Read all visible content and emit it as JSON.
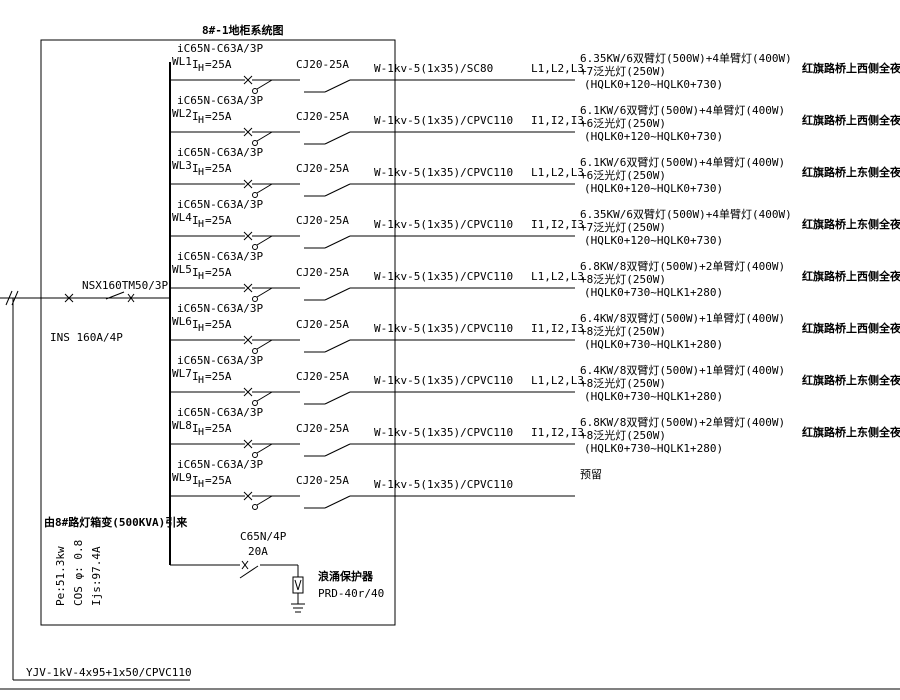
{
  "title": "8#-1地柜系统图",
  "incoming": {
    "main_breaker": "NSX160TM50/3P",
    "isolator": "INS 160A/4P",
    "source": "由8#路灯箱变(500KVA)引来",
    "cable": "YJV-1kV-4x95+1x50/CPVC110",
    "pe": "Pe:51.3kw",
    "cos": "COS φ: 0.8",
    "ijs": "Ijs:97.4A"
  },
  "circuits": [
    {
      "id": "WL1",
      "breaker": "iC65N-C63A/3P",
      "current": "I",
      "current_sub": "H",
      "current_val": "=25A",
      "contactor": "CJ20-25A",
      "cable": "W-1kv-5(1x35)/SC80",
      "phases": "L1,L2,L3",
      "load_lines": [
        "6.35KW/6双臂灯(500W)+4单臂灯(400W)",
        "+7泛光灯(250W)",
        "(HQLK0+120~HQLK0+730)"
      ],
      "location": "红旗路桥上西侧全夜式"
    },
    {
      "id": "WL2",
      "breaker": "iC65N-C63A/3P",
      "current": "I",
      "current_sub": "H",
      "current_val": "=25A",
      "contactor": "CJ20-25A",
      "cable": "W-1kv-5(1x35)/CPVC110",
      "phases": "I1,I2,I3",
      "load_lines": [
        "6.1KW/6双臂灯(500W)+4单臂灯(400W)",
        "+6泛光灯(250W)",
        "(HQLK0+120~HQLK0+730)"
      ],
      "location": "红旗路桥上西侧全夜式"
    },
    {
      "id": "WL3",
      "breaker": "iC65N-C63A/3P",
      "current": "I",
      "current_sub": "H",
      "current_val": "=25A",
      "contactor": "CJ20-25A",
      "cable": "W-1kv-5(1x35)/CPVC110",
      "phases": "L1,L2,L3",
      "load_lines": [
        "6.1KW/6双臂灯(500W)+4单臂灯(400W)",
        "+6泛光灯(250W)",
        "(HQLK0+120~HQLK0+730)"
      ],
      "location": "红旗路桥上东侧全夜式"
    },
    {
      "id": "WL4",
      "breaker": "iC65N-C63A/3P",
      "current": "I",
      "current_sub": "H",
      "current_val": "=25A",
      "contactor": "CJ20-25A",
      "cable": "W-1kv-5(1x35)/CPVC110",
      "phases": "I1,I2,I3",
      "load_lines": [
        "6.35KW/6双臂灯(500W)+4单臂灯(400W)",
        "+7泛光灯(250W)",
        "(HQLK0+120~HQLK0+730)"
      ],
      "location": "红旗路桥上东侧全夜式"
    },
    {
      "id": "WL5",
      "breaker": "iC65N-C63A/3P",
      "current": "I",
      "current_sub": "H",
      "current_val": "=25A",
      "contactor": "CJ20-25A",
      "cable": "W-1kv-5(1x35)/CPVC110",
      "phases": "L1,L2,L3",
      "load_lines": [
        "6.8KW/8双臂灯(500W)+2单臂灯(400W)",
        "+8泛光灯(250W)",
        "(HQLK0+730~HQLK1+280)"
      ],
      "location": "红旗路桥上西侧全夜式"
    },
    {
      "id": "WL6",
      "breaker": "iC65N-C63A/3P",
      "current": "I",
      "current_sub": "H",
      "current_val": "=25A",
      "contactor": "CJ20-25A",
      "cable": "W-1kv-5(1x35)/CPVC110",
      "phases": "I1,I2,I3",
      "load_lines": [
        "6.4KW/8双臂灯(500W)+1单臂灯(400W)",
        "+8泛光灯(250W)",
        "(HQLK0+730~HQLK1+280)"
      ],
      "location": "红旗路桥上西侧全夜式"
    },
    {
      "id": "WL7",
      "breaker": "iC65N-C63A/3P",
      "current": "I",
      "current_sub": "H",
      "current_val": "=25A",
      "contactor": "CJ20-25A",
      "cable": "W-1kv-5(1x35)/CPVC110",
      "phases": "L1,L2,L3",
      "load_lines": [
        "6.4KW/8双臂灯(500W)+1单臂灯(400W)",
        "+8泛光灯(250W)",
        "(HQLK0+730~HQLK1+280)"
      ],
      "location": "红旗路桥上东侧全夜式"
    },
    {
      "id": "WL8",
      "breaker": "iC65N-C63A/3P",
      "current": "I",
      "current_sub": "H",
      "current_val": "=25A",
      "contactor": "CJ20-25A",
      "cable": "W-1kv-5(1x35)/CPVC110",
      "phases": "I1,I2,I3",
      "load_lines": [
        "6.8KW/8双臂灯(500W)+2单臂灯(400W)",
        "+8泛光灯(250W)",
        "(HQLK0+730~HQLK1+280)"
      ],
      "location": "红旗路桥上东侧全夜式"
    },
    {
      "id": "WL9",
      "breaker": "iC65N-C63A/3P",
      "current": "I",
      "current_sub": "H",
      "current_val": "=25A",
      "contactor": "CJ20-25A",
      "cable": "W-1kv-5(1x35)/CPVC110",
      "phases": "",
      "load_lines": [
        "预留"
      ],
      "location": ""
    }
  ],
  "surge": {
    "breaker": "C65N/4P",
    "current": "20A",
    "name": "浪涌保护器",
    "model": "PRD-40r/40"
  }
}
